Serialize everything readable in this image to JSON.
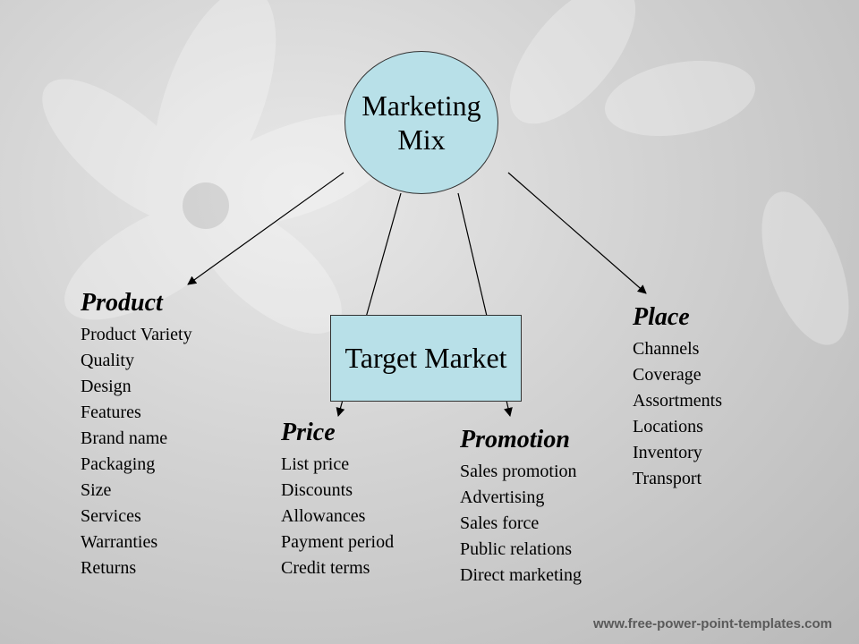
{
  "diagram": {
    "center_line1": "Marketing",
    "center_line2": "Mix",
    "target": "Target Market",
    "groups": {
      "product": {
        "title": "Product",
        "items": [
          "Product Variety",
          "Quality",
          "Design",
          "Features",
          "Brand name",
          "Packaging",
          "Size",
          "Services",
          "Warranties",
          "Returns"
        ]
      },
      "price": {
        "title": "Price",
        "items": [
          "List price",
          "Discounts",
          "Allowances",
          "Payment period",
          "Credit terms"
        ]
      },
      "promotion": {
        "title": "Promotion",
        "items": [
          "Sales promotion",
          "Advertising",
          "Sales force",
          "Public relations",
          "Direct marketing"
        ]
      },
      "place": {
        "title": "Place",
        "items": [
          "Channels",
          "Coverage",
          "Assortments",
          "Locations",
          "Inventory",
          "Transport"
        ]
      }
    }
  },
  "footer": "www.free-power-point-templates.com",
  "colors": {
    "node_fill": "#b8e0e8",
    "background": "#d2d2d2"
  }
}
